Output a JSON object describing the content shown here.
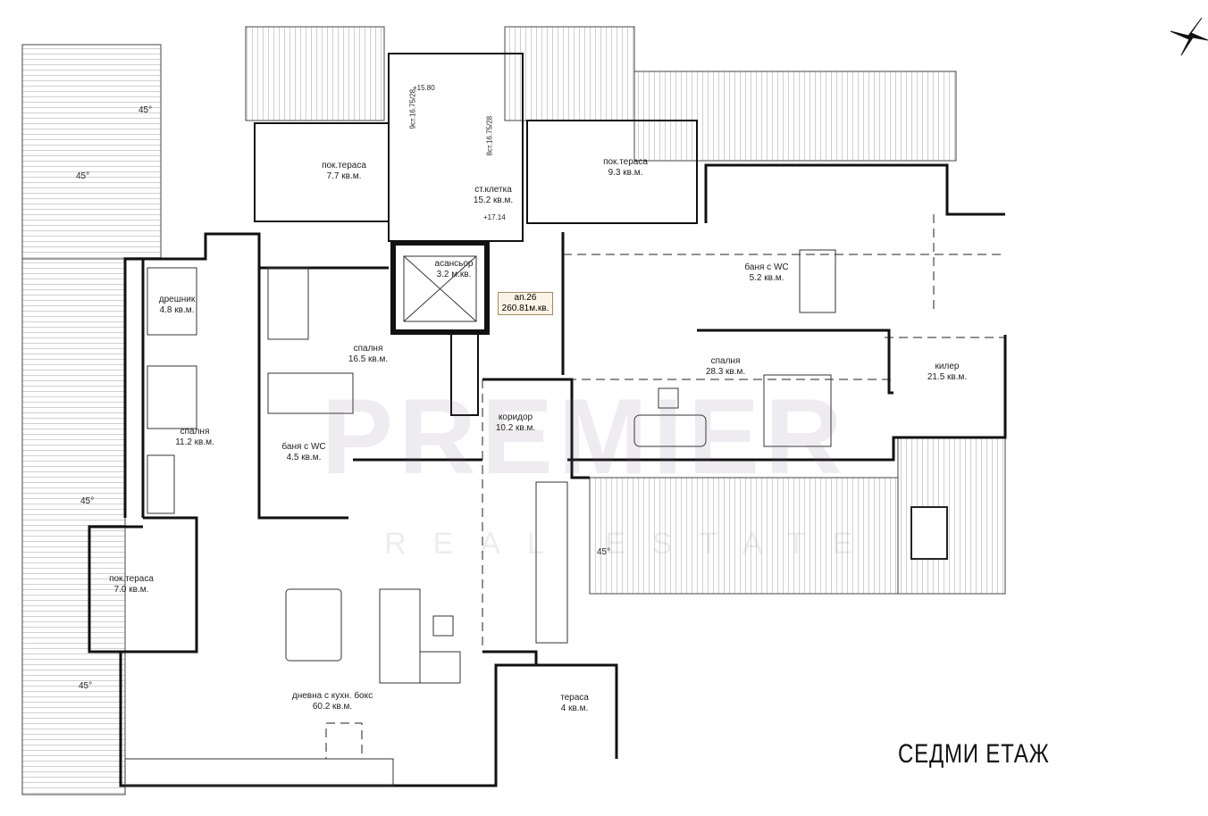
{
  "plan": {
    "floor_title": "СЕДМИ ЕТАЖ",
    "apartment": {
      "name": "ап.26",
      "area": "260.81м.кв."
    },
    "rooms": [
      {
        "name": "пок.тераса",
        "area": "7.7 кв.м."
      },
      {
        "name": "пок.тераса",
        "area": "9.3 кв.м."
      },
      {
        "name": "ст.клетка",
        "area": "15.2 кв.м."
      },
      {
        "name": "асансьор",
        "area": "3.2 м.кв."
      },
      {
        "name": "баня с WC",
        "area": "5.2 кв.м."
      },
      {
        "name": "спалня",
        "area": "28.3 кв.м."
      },
      {
        "name": "килер",
        "area": "21.5 кв.м."
      },
      {
        "name": "дрешник",
        "area": "4.8 кв.м."
      },
      {
        "name": "спалня",
        "area": "16.5 кв.м."
      },
      {
        "name": "спалня",
        "area": "11.2 кв.м."
      },
      {
        "name": "баня с WC",
        "area": "4.5 кв.м."
      },
      {
        "name": "коридор",
        "area": "10.2 кв.м."
      },
      {
        "name": "пок.тераса",
        "area": "7.0 кв.м."
      },
      {
        "name": "дневна с кухн. бокс",
        "area": "60.2 кв.м."
      },
      {
        "name": "тераса",
        "area": "4 кв.м."
      }
    ],
    "roof_angle": "45°",
    "levels": [
      "+15.80",
      "+17.14"
    ],
    "stairs": [
      "9ст.16.75/28",
      "8ст.16.75/28"
    ],
    "watermark": {
      "brand": "PREMIER",
      "sub": "REAL ESTATE"
    }
  }
}
